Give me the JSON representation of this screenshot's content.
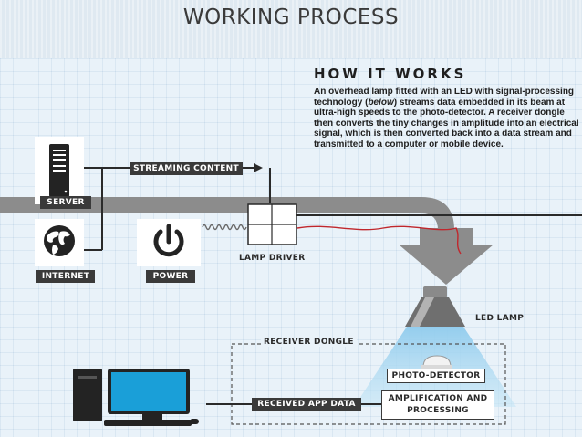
{
  "title": "WORKING PROCESS",
  "how_it_works": {
    "heading": "HOW IT WORKS",
    "body_before": "An overhead lamp fitted with an LED with signal-processing technology (",
    "body_emphasis": "below",
    "body_after": ") streams data embedded in its beam at ultra-high speeds to the photo-detector. A receiver dongle then converts the tiny changes in amplitude into an electrical signal, which is then converted back into a data stream and transmitted to a computer or mobile device."
  },
  "labels": {
    "server": "SERVER",
    "internet": "INTERNET",
    "power": "POWER",
    "streaming_content": "STREAMING CONTENT",
    "lamp_driver": "LAMP DRIVER",
    "led_lamp": "LED LAMP",
    "receiver_dongle": "RECEIVER DONGLE",
    "photo_detector": "PHOTO-DETECTOR",
    "amplification_line1": "AMPLIFICATION AND",
    "amplification_line2": "PROCESSING",
    "received_app_data": "RECEIVED APP DATA"
  },
  "colors": {
    "band": "#8c8c8c",
    "label_bg": "#3a3a3a",
    "monitor_screen": "#1a9fd8",
    "light_beam": "#9fd2ee",
    "signal_wire": "#c0272d"
  },
  "icons": [
    "server-icon",
    "globe-icon",
    "power-icon",
    "lamp-driver-icon",
    "led-lamp-icon",
    "photo-detector-icon",
    "computer-icon"
  ]
}
